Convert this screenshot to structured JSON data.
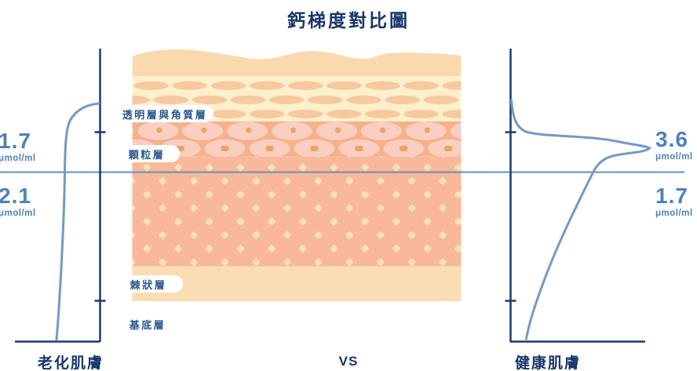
{
  "title": "鈣梯度對比圖",
  "layers": [
    {
      "label": "透明層與角質層"
    },
    {
      "label": "顆粒層"
    },
    {
      "label": "棘狀層"
    },
    {
      "label": "基底層"
    }
  ],
  "left_panel": {
    "name": "老化肌膚",
    "values": [
      {
        "value": "1.7",
        "unit": "μmol/ml",
        "position": "above_divider"
      },
      {
        "value": "2.1",
        "unit": "μmol/ml",
        "position": "below_divider"
      }
    ]
  },
  "vs_label": "VS",
  "right_panel": {
    "name": "健康肌膚",
    "values": [
      {
        "value": "3.6",
        "unit": "μmol/ml",
        "position": "above_divider"
      },
      {
        "value": "1.7",
        "unit": "μmol/ml",
        "position": "below_divider"
      }
    ]
  },
  "colors": {
    "navy_text": "#16356B",
    "axis": "#1C3A6B",
    "value_blue": "#4D82B6",
    "curve_blue": "#7499C3",
    "divider_blue": "#6690BA",
    "pill_text": "#2A568C",
    "skin_surface": "#FBD9AE",
    "skin_corneum": "#FDF0CB",
    "skin_corneum_cell": "#F7C9A0",
    "skin_granular": "#F5B18C",
    "skin_granular_cell": "#FACFC1",
    "skin_granular_dot": "#EFA164",
    "skin_spinous": "#F8B899",
    "skin_spinous_diamond": "#FBE0B3",
    "skin_basal": "#FBDDB3"
  },
  "chart_data": {
    "type": "line",
    "title": "鈣梯度對比圖",
    "orientation": "vertical_depth_profiles",
    "depth_layers": [
      "透明層與角質層",
      "顆粒層",
      "棘狀層",
      "基底層"
    ],
    "series": [
      {
        "name": "老化肌膚",
        "side": "left",
        "labeled_values": [
          {
            "value": 1.7,
            "unit": "μmol/ml",
            "position": "above_divider"
          },
          {
            "value": 2.1,
            "unit": "μmol/ml",
            "position": "below_divider"
          }
        ],
        "shape": "rises quickly from skin surface to ~1.7 then stays nearly constant (~2.1) down to basal layer"
      },
      {
        "name": "健康肌膚",
        "side": "right",
        "labeled_values": [
          {
            "value": 3.6,
            "unit": "μmol/ml",
            "position": "above_divider_peak_at_granular_layer"
          },
          {
            "value": 1.7,
            "unit": "μmol/ml",
            "position": "below_divider"
          }
        ],
        "shape": "sharp peak of 3.6 at the granular layer, falling back toward basal layer"
      }
    ],
    "divider": "horizontal line across full width at granular/spinous boundary",
    "legend_position": "bottom (老化肌膚 VS 健康肌膚)"
  }
}
